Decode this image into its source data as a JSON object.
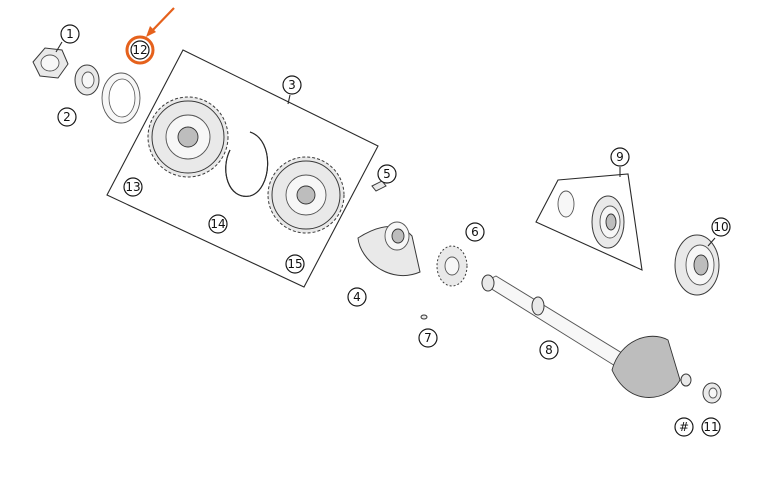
{
  "diagram": {
    "highlight_color": "#e5611c",
    "callouts": {
      "c1": "1",
      "c2": "2",
      "c3": "3",
      "c4": "4",
      "c5": "5",
      "c6": "6",
      "c7": "7",
      "c8": "8",
      "c9": "9",
      "c10": "10",
      "c11": "11",
      "c12": "12",
      "c13": "13",
      "c14": "14",
      "c15": "15",
      "hash": "#"
    },
    "highlighted_callout": "12",
    "arrow_icon": "arrow-down-left-icon"
  }
}
